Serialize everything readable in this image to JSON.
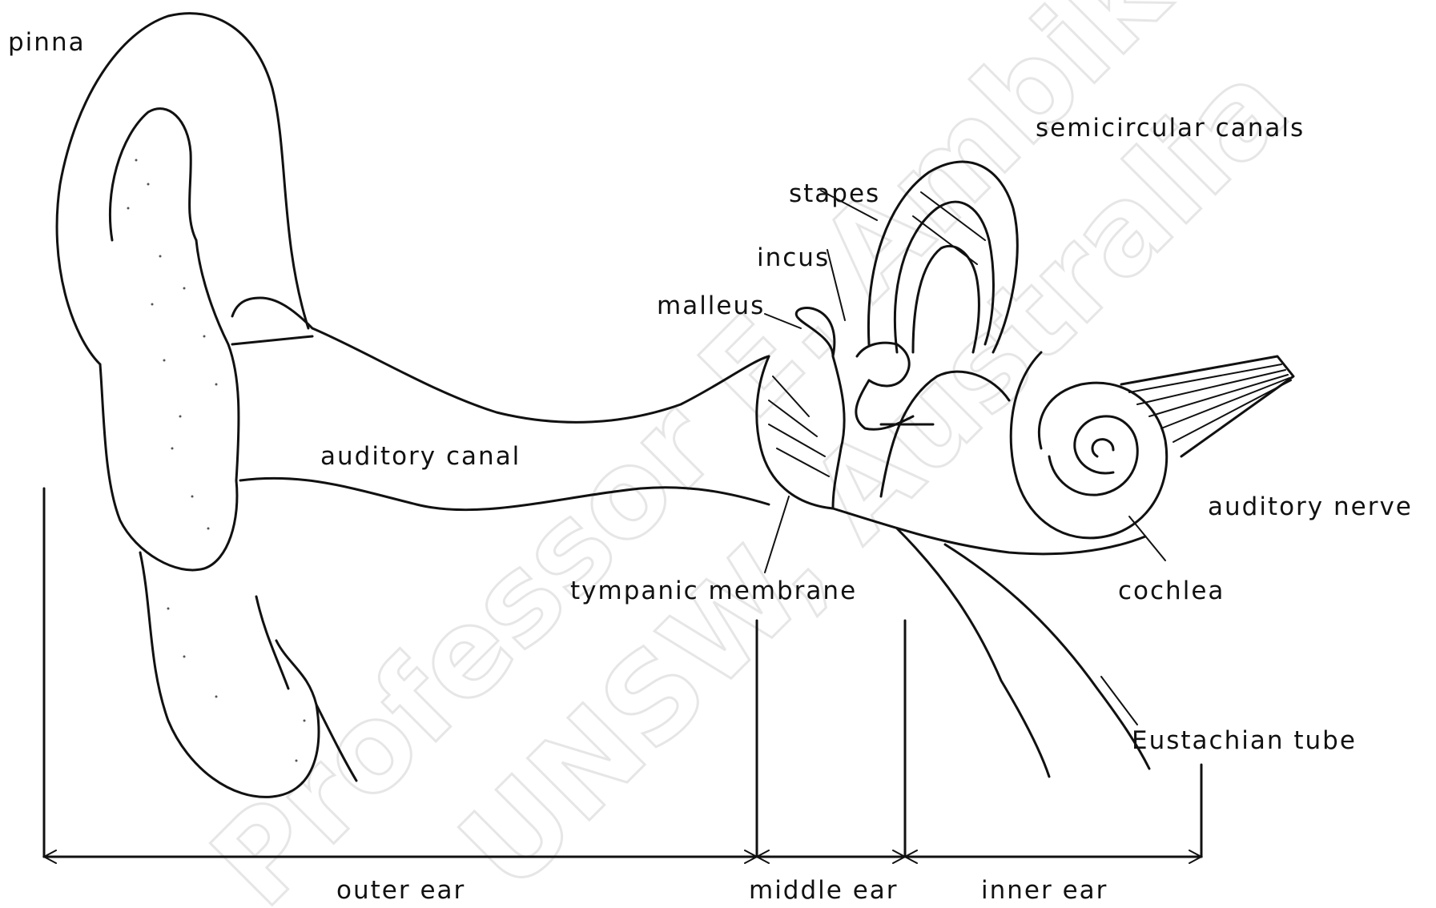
{
  "labels": {
    "pinna": "pinna",
    "semicircular_canals": "semicircular canals",
    "stapes": "stapes",
    "incus": "incus",
    "malleus": "malleus",
    "auditory_canal": "auditory canal",
    "auditory_nerve": "auditory nerve",
    "tympanic_membrane": "tympanic membrane",
    "cochlea": "cochlea",
    "eustachian_tube": "Eustachian tube"
  },
  "regions": {
    "outer_ear": "outer ear",
    "middle_ear": "middle ear",
    "inner_ear": "inner ear"
  },
  "watermark": {
    "line1": "Professor E. Ambikairajah",
    "line2": "UNSW, Australia"
  }
}
